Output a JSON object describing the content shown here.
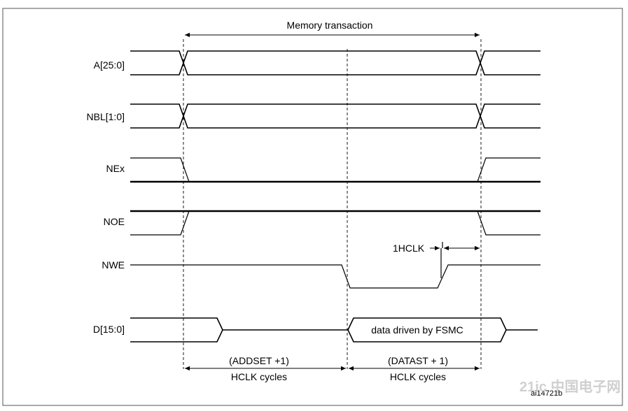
{
  "diagram": {
    "title": "Memory transaction",
    "signals": {
      "addr": "A[25:0]",
      "nbl": "NBL[1:0]",
      "nex": "NEx",
      "noe": "NOE",
      "nwe": "NWE",
      "data": "D[15:0]"
    },
    "hclk_marker": "1HCLK",
    "data_bus_text": "data driven by FSMC",
    "addset": {
      "line1": "(ADDSET +1)",
      "line2": "HCLK cycles"
    },
    "datast": {
      "line1": "(DATAST + 1)",
      "line2": "HCLK cycles"
    },
    "figure_id": "ai14721b",
    "watermark": "21ic 中国电子网"
  }
}
